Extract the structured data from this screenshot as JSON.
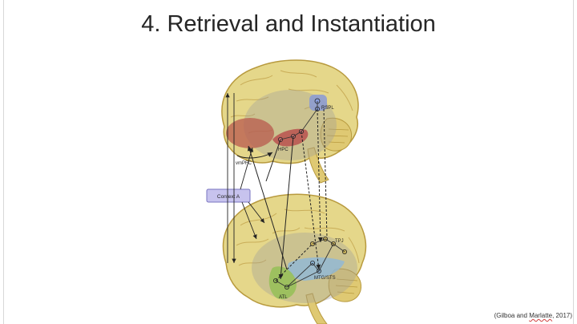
{
  "slide": {
    "title": "4. Retrieval and Instantiation",
    "citation_open": "(Gilboa and ",
    "citation_author": "Marlatte",
    "citation_close": ", 2017)"
  },
  "diagram": {
    "labels": {
      "rspl": "RSPL",
      "hpc": "HPC",
      "vmpfc": "vmPFC",
      "context": "Context A",
      "tpj": "TPJ",
      "mtg_sts": "MTG/STS",
      "atl": "ATL"
    },
    "colors": {
      "brain_fill": "#e5d78a",
      "brain_stroke": "#b89a3e",
      "gyri": "#c9ad58",
      "overlay_gray": "#9a9a9a",
      "vmpfc_red": "#b85a4e",
      "hpc_red": "#b84a4a",
      "rspl_blue": "#8a9ad6",
      "context_box": "#c7c3ee",
      "atl_green": "#95c057",
      "mtg_blue": "#8fb8d8"
    }
  }
}
